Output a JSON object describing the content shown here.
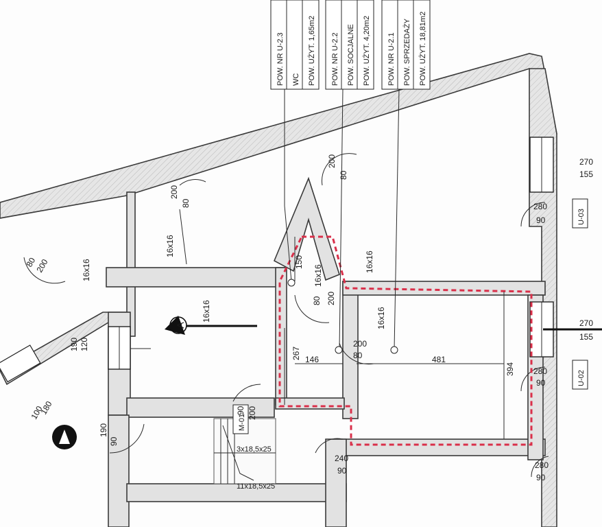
{
  "labels": {
    "u23": [
      "POW. NR U-2.3",
      "WC",
      "POW. UŻYT. 1,65m2"
    ],
    "u22": [
      "POW. NR U-2.2",
      "POW. SOCJALNE",
      "POW. UŻYT. 4,20m2"
    ],
    "u21": [
      "POW. NR U-2.1",
      "POW. SPRZEDAŻY",
      "POW. UŻYT. 18,81m2"
    ]
  },
  "tags": {
    "u03": "U-03",
    "u02": "U-02",
    "m01": "M-01",
    "a": "A"
  },
  "dims": {
    "d80": "80",
    "d200": "200",
    "d90": "90",
    "d280": "280",
    "d155": "155",
    "d270": "270",
    "d190": "190",
    "d120": "120",
    "d100": "100",
    "d180": "180",
    "d240": "240",
    "d16x16": "16x16",
    "d150": "150",
    "d267": "267",
    "d146": "146",
    "d481": "481",
    "d394": "394"
  },
  "stairs": {
    "flight1": "3x18,5x25",
    "flight2": "11x18,5x25"
  },
  "colors": {
    "wall_fill": "#e2e2e2",
    "outline": "#3a3a3a",
    "highlight": "#d9304a",
    "paper": "#fdfdfd"
  }
}
